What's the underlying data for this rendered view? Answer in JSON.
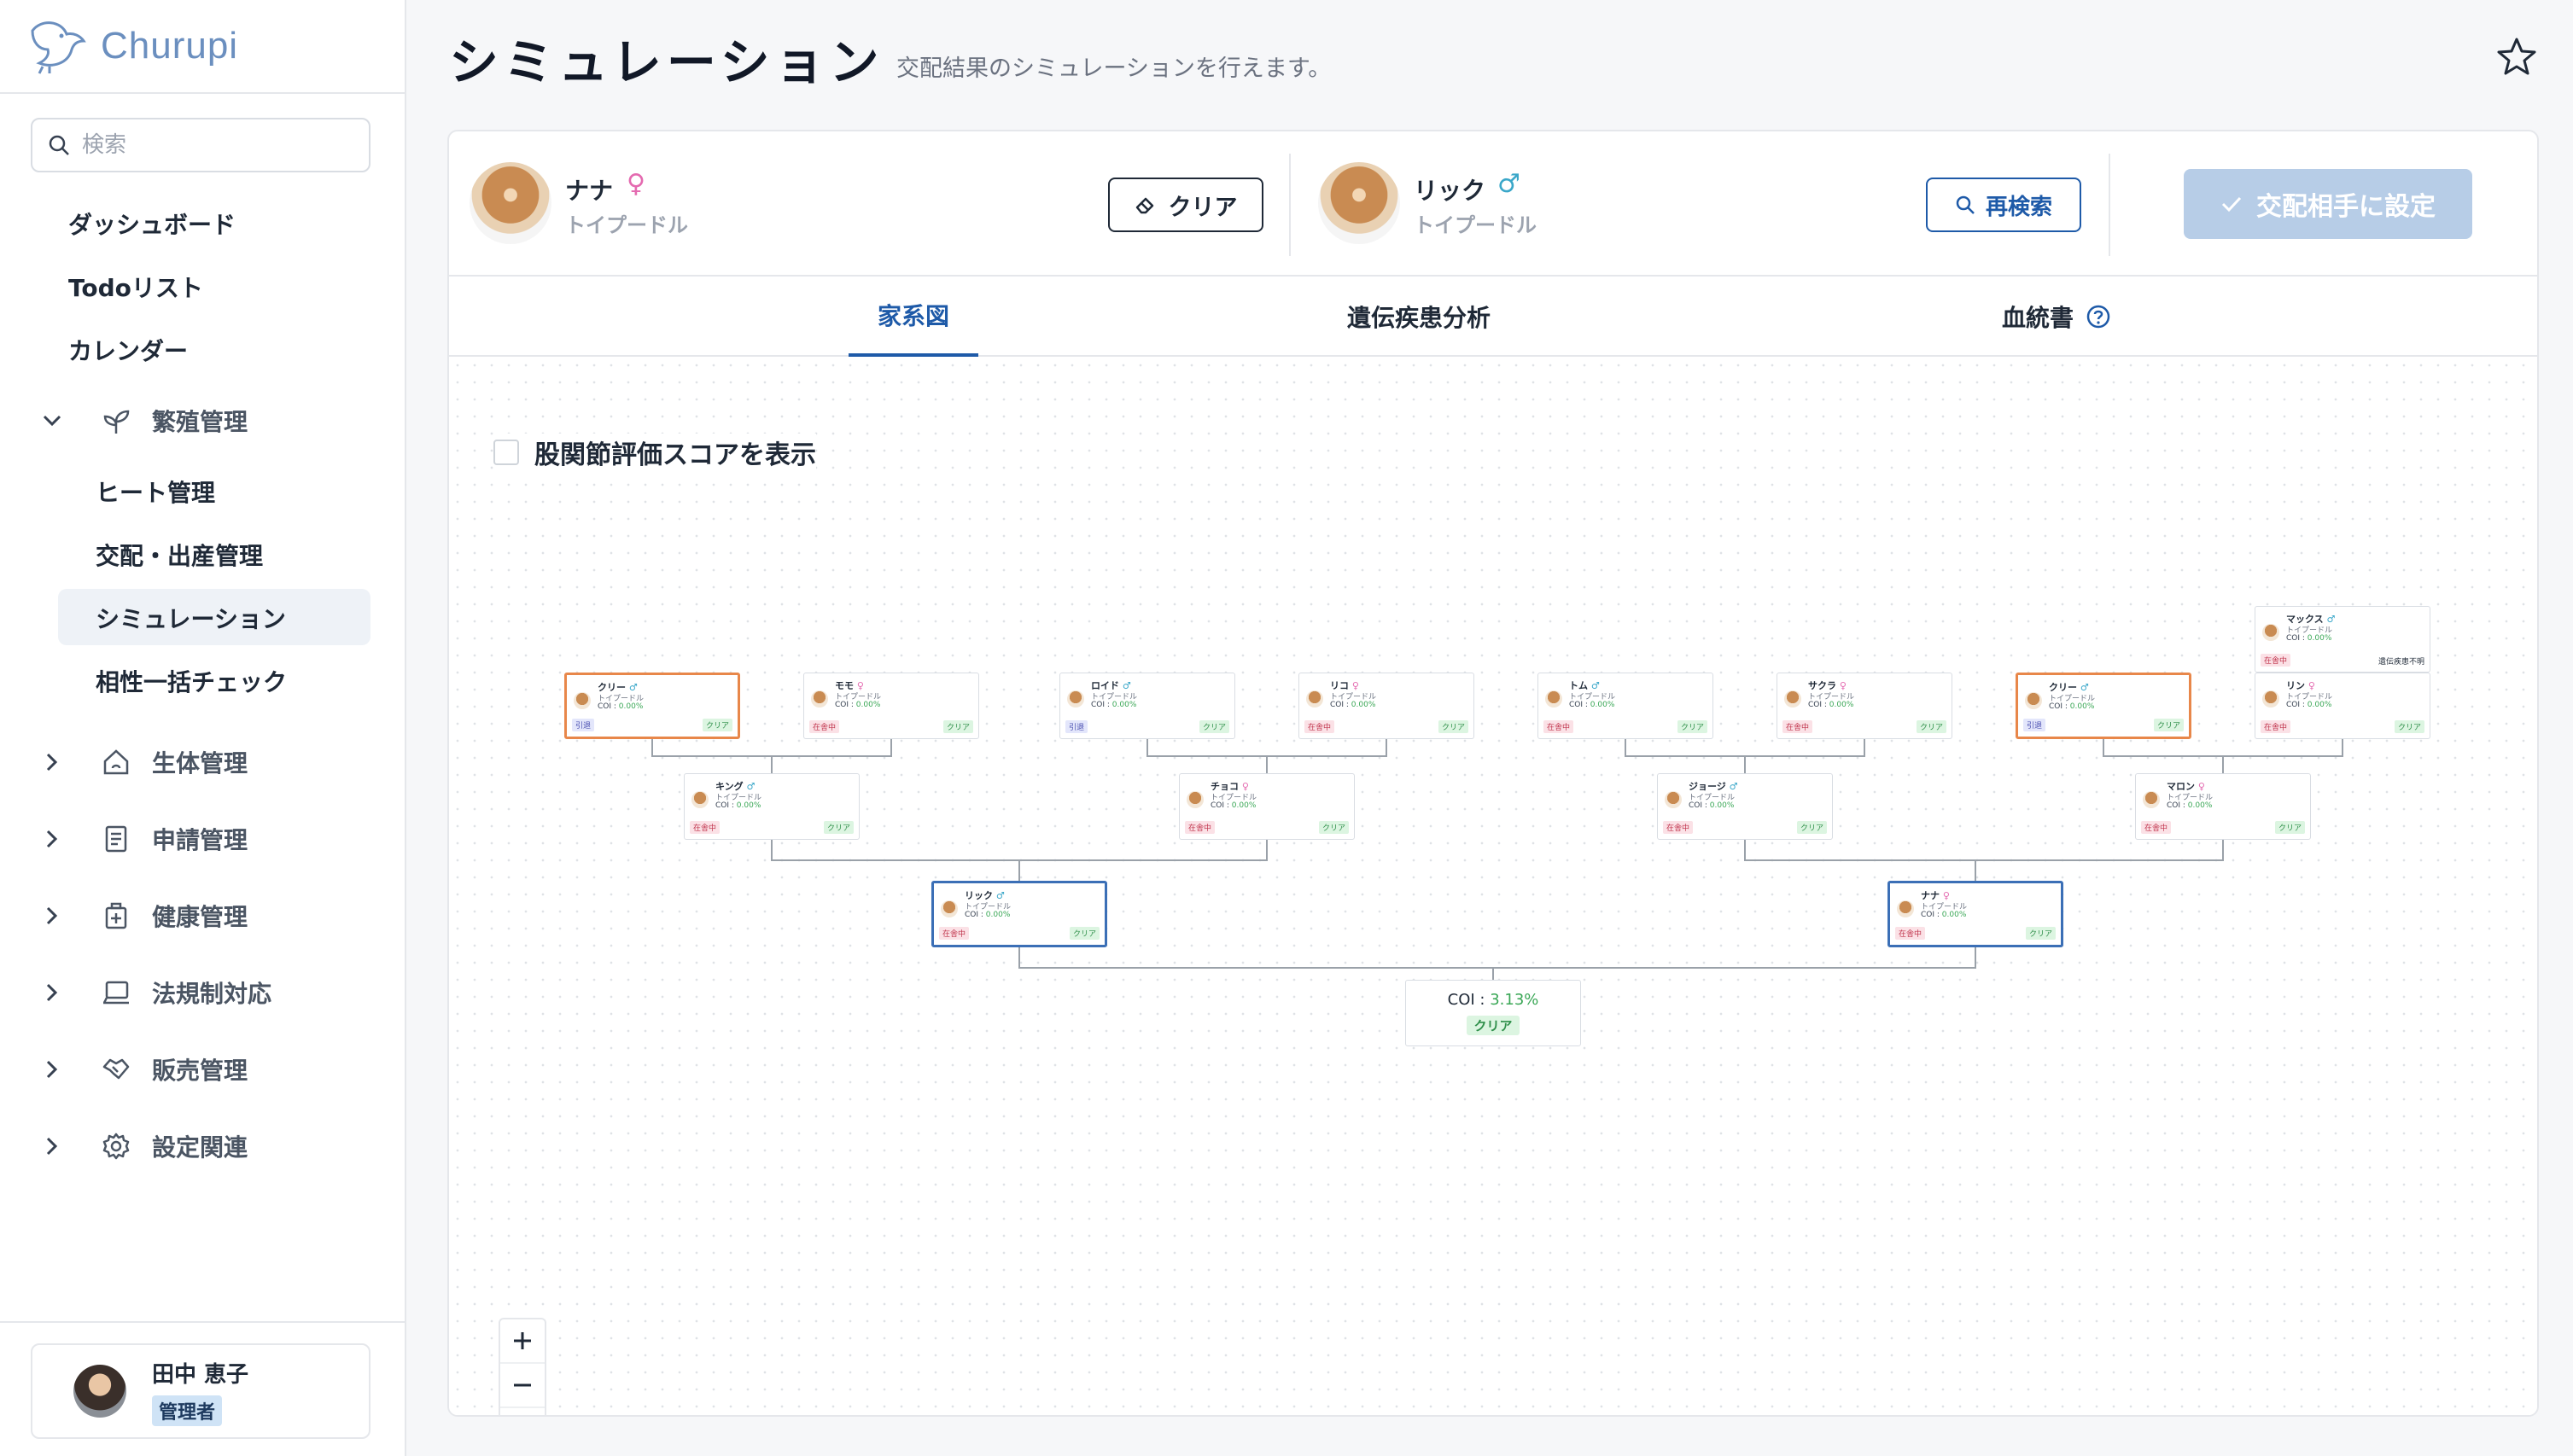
{
  "app": {
    "name": "Churupi"
  },
  "sidebar": {
    "search_placeholder": "検索",
    "top_items": [
      "ダッシュボード",
      "Todoリスト",
      "カレンダー"
    ],
    "breeding": {
      "label": "繁殖管理",
      "children": [
        "ヒート管理",
        "交配・出産管理",
        "シミュレーション",
        "相性一括チェック"
      ]
    },
    "groups": [
      "生体管理",
      "申請管理",
      "健康管理",
      "法規制対応",
      "販売管理",
      "設定関連"
    ]
  },
  "user": {
    "name": "田中 恵子",
    "role": "管理者"
  },
  "header": {
    "title": "シミュレーション",
    "subtitle": "交配結果のシミュレーションを行えます。"
  },
  "pair": {
    "female": {
      "name": "ナナ",
      "sex": "♀",
      "breed": "トイプードル"
    },
    "male": {
      "name": "リック",
      "sex": "♂",
      "breed": "トイプードル"
    },
    "clear_label": "クリア",
    "research_label": "再検索",
    "set_mate_label": "交配相手に設定"
  },
  "tabs": {
    "family": "家系図",
    "genetic": "遺伝疾患分析",
    "pedigree": "血統書"
  },
  "options": {
    "hip_score_label": "股関節評価スコアを表示"
  },
  "tree": {
    "breed": "トイプードル",
    "coi_label": "COI",
    "coi_value": "0.00%",
    "status_active": "在舎中",
    "status_retired": "引退",
    "clear_badge": "クリア",
    "unknown_genetic": "遺伝疾患不明",
    "great_grandparents": [
      {
        "name": "クリー",
        "sex": "♂",
        "status": "retired"
      },
      {
        "name": "モモ",
        "sex": "♀",
        "status": "active"
      },
      {
        "name": "ロイド",
        "sex": "♂",
        "status": "retired"
      },
      {
        "name": "リコ",
        "sex": "♀",
        "status": "active"
      },
      {
        "name": "トム",
        "sex": "♂",
        "status": "active"
      },
      {
        "name": "サクラ",
        "sex": "♀",
        "status": "active"
      },
      {
        "name": "クリー",
        "sex": "♂",
        "status": "retired"
      },
      {
        "name": "リン",
        "sex": "♀",
        "status": "active"
      }
    ],
    "grandparents": [
      {
        "name": "キング",
        "sex": "♂"
      },
      {
        "name": "チョコ",
        "sex": "♀"
      },
      {
        "name": "ジョージ",
        "sex": "♂"
      },
      {
        "name": "マロン",
        "sex": "♀"
      }
    ],
    "parents": [
      {
        "name": "リック",
        "sex": "♂"
      },
      {
        "name": "ナナ",
        "sex": "♀"
      }
    ],
    "extra": {
      "name": "マックス",
      "sex": "♂"
    },
    "result": {
      "coi_label": "COI",
      "coi_value": "3.13%",
      "badge": "クリア"
    }
  },
  "colors": {
    "accent": "#1e5aa8",
    "highlight_orange": "#e8874a",
    "highlight_blue": "#3b6fb6",
    "coi_green": "#3aa756"
  }
}
